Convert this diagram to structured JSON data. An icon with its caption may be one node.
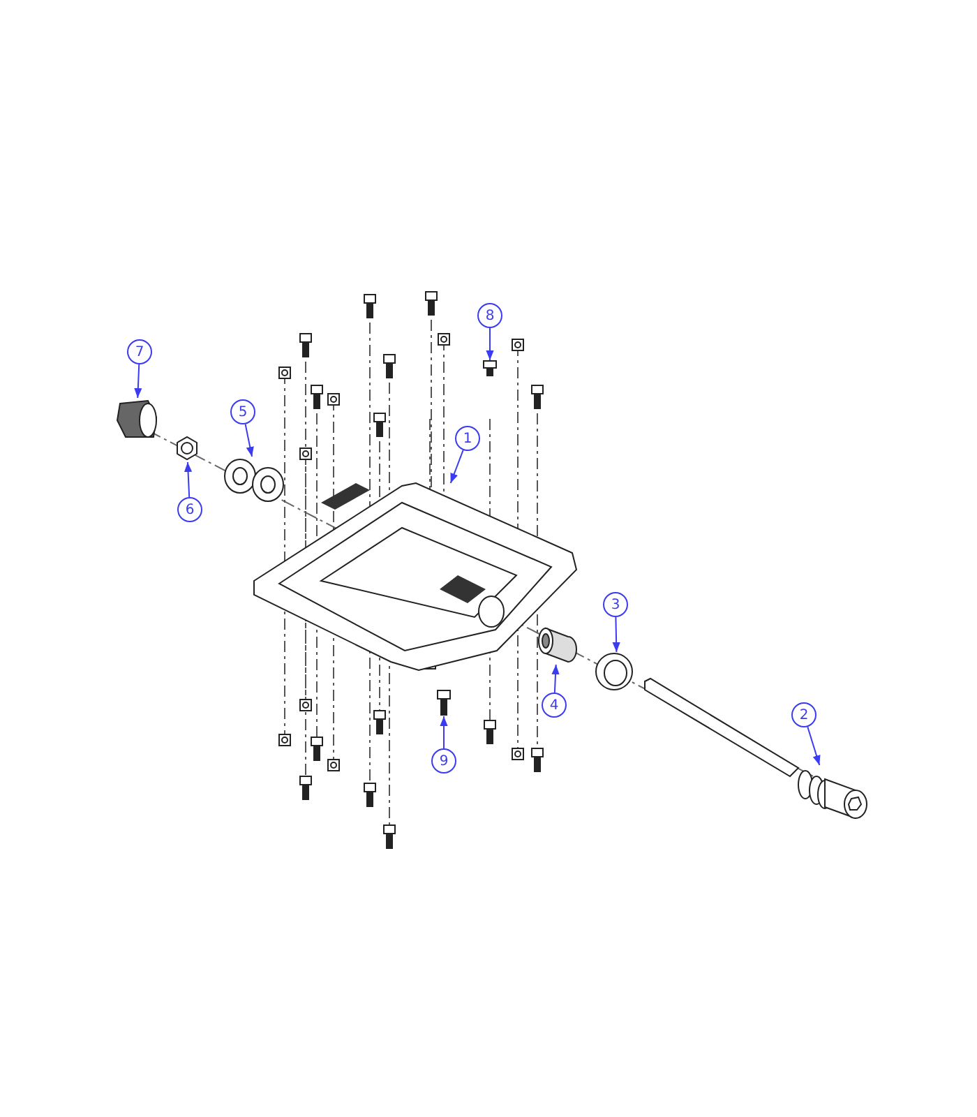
{
  "diagram": {
    "nodes": [
      {
        "text": [
          "1"
        ]
      },
      {
        "text": [
          "2"
        ]
      },
      {
        "text": [
          "3"
        ]
      },
      {
        "text": [
          "4"
        ]
      },
      {
        "text": [
          "5"
        ]
      },
      {
        "text": [
          "6"
        ]
      },
      {
        "text": [
          "7"
        ]
      },
      {
        "text": [
          "8"
        ]
      },
      {
        "text": [
          "9"
        ]
      },
      {
        "text": [],
        "shape": "picture"
      },
      {
        "text": [],
        "shape": "picture"
      },
      {
        "text": [],
        "shape": "picture"
      },
      {
        "text": [],
        "shape": "picture"
      },
      {
        "text": [],
        "shape": "picture"
      },
      {
        "text": [],
        "shape": "picture"
      },
      {
        "text": [],
        "shape": "picture"
      },
      {
        "text": [],
        "shape": "picture"
      },
      {
        "text": [],
        "shape": "picture"
      }
    ],
    "edges": [
      {
        "from": 0,
        "to": 9,
        "arrow": "to"
      },
      {
        "from": 1,
        "to": 10,
        "arrow": "to"
      },
      {
        "from": 2,
        "to": 11,
        "arrow": "to"
      },
      {
        "from": 3,
        "to": 12,
        "arrow": "to"
      },
      {
        "from": 4,
        "to": 13,
        "arrow": "to"
      },
      {
        "from": 5,
        "to": 14,
        "arrow": "to"
      },
      {
        "from": 6,
        "to": 15,
        "arrow": "to"
      },
      {
        "from": 7,
        "to": 16,
        "arrow": "to"
      },
      {
        "from": 8,
        "to": 17,
        "arrow": "to"
      }
    ]
  }
}
